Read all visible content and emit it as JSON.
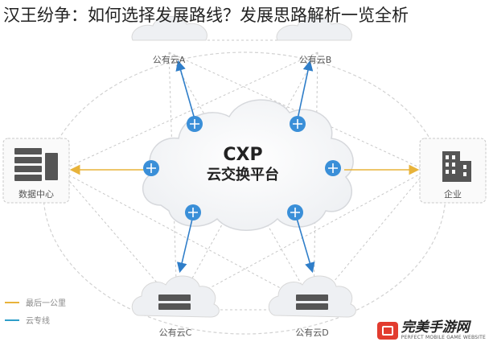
{
  "title": "汉王纷争：如何选择发展路线？发展思路解析一览全析",
  "center": {
    "line1": "CXP",
    "line2": "云交换平台"
  },
  "nodes": {
    "cloud_a": "公有云A",
    "cloud_b": "公有云B",
    "cloud_c": "公有云C",
    "cloud_d": "公有云D",
    "datacenter": "数据中心",
    "enterprise": "企业"
  },
  "legend": [
    {
      "label": "最后一公里",
      "color": "#e8b33a"
    },
    {
      "label": "云专线",
      "color": "#2f9ec9"
    }
  ],
  "colors": {
    "last_mile": "#e8b33a",
    "cloud_line": "#2f7ec9",
    "mesh": "#c8c8c8",
    "router": "#3a8fd8"
  },
  "watermark": {
    "main": "完美手游网",
    "sub": "PERFECT MOBILE GAME WEBSITE"
  }
}
